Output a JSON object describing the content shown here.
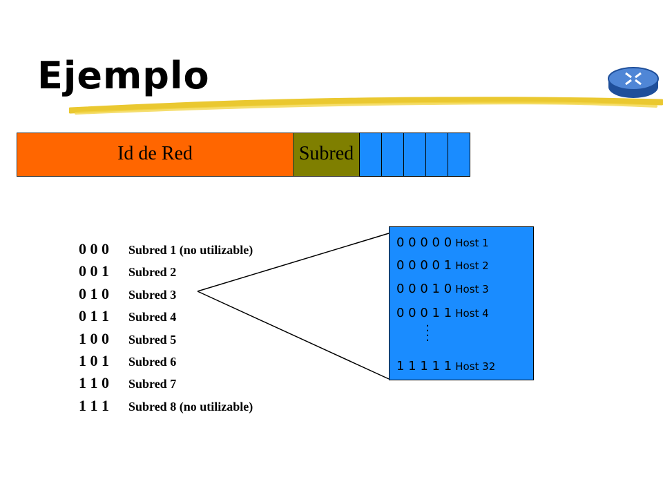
{
  "title": "Ejemplo",
  "address_bar": {
    "network_label": "Id de Red",
    "subnet_label": "Subred",
    "host_cells": 5
  },
  "subnets": [
    {
      "bits": "0 0 0",
      "name": "Subred 1 (no utilizable)"
    },
    {
      "bits": "0 0 1",
      "name": "Subred 2"
    },
    {
      "bits": "0 1 0",
      "name": "Subred 3"
    },
    {
      "bits": "0 1 1",
      "name": "Subred 4"
    },
    {
      "bits": "1 0 0",
      "name": "Subred 5"
    },
    {
      "bits": "1 0 1",
      "name": "Subred 6"
    },
    {
      "bits": "1 1 0",
      "name": "Subred 7"
    },
    {
      "bits": "1 1 1",
      "name": "Subred 8 (no utilizable)"
    }
  ],
  "hosts": [
    {
      "bits": "0 0 0 0 0",
      "name": "Host 1"
    },
    {
      "bits": "0 0 0 0 1",
      "name": "Host 2"
    },
    {
      "bits": "0 0 0 1 0",
      "name": "Host 3"
    },
    {
      "bits": "0 0 0 1 1",
      "name": "Host 4"
    },
    {
      "bits": "1 1 1 1 1",
      "name": "Host 32"
    }
  ],
  "ellipsis": ":\n:",
  "colors": {
    "network": "#ff6600",
    "subnet": "#7f7f00",
    "host": "#1a8cff",
    "underline": "#e8c21a"
  },
  "icons": {
    "router": "router-icon"
  }
}
